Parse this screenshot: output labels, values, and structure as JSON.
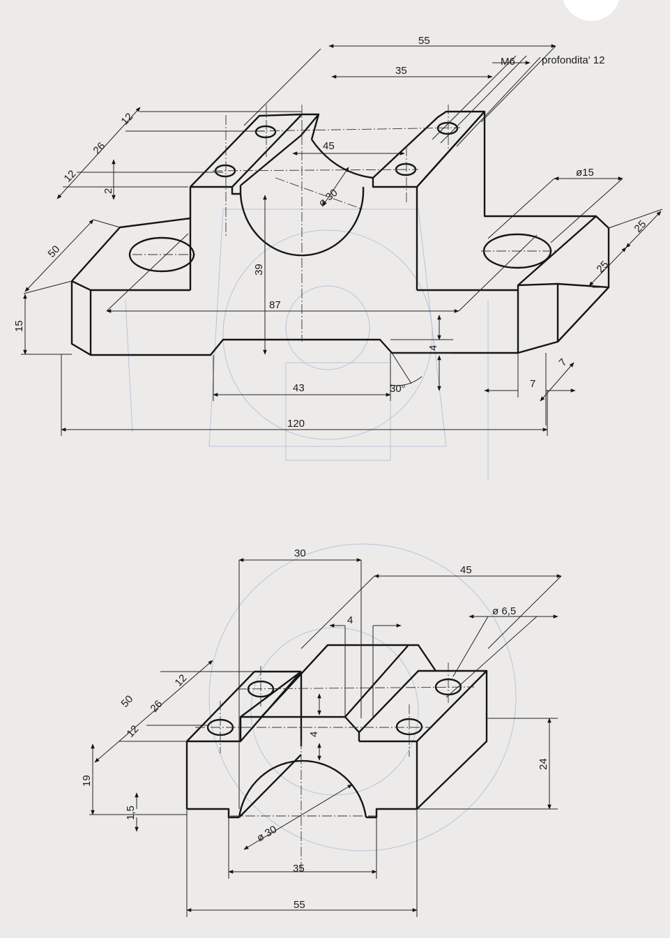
{
  "drawing": {
    "top_view": {
      "dims": {
        "d55": "55",
        "d35": "35",
        "thread": "M6",
        "depth": "profondita' 12",
        "d45": "45",
        "d12a": "12",
        "d26": "26",
        "d12b": "12",
        "d2": "2",
        "dia30": "ø 30",
        "dia15": "ø15",
        "d25a": "25",
        "d25b": "25",
        "d50": "50",
        "d39": "39",
        "d87": "87",
        "d15": "15",
        "d4": "4",
        "d43": "43",
        "a30": "30°",
        "d7a": "7",
        "d7b": "7",
        "d120": "120"
      }
    },
    "bottom_view": {
      "dims": {
        "d30": "30",
        "d45": "45",
        "d4a": "4",
        "dia65": "ø 6,5",
        "d50": "50",
        "d26": "26",
        "d12a": "12",
        "d12b": "12",
        "d4b": "4",
        "d19": "19",
        "d24": "24",
        "d15": "1,5",
        "dia30": "ø 30",
        "d35": "35",
        "d55": "55"
      }
    }
  }
}
